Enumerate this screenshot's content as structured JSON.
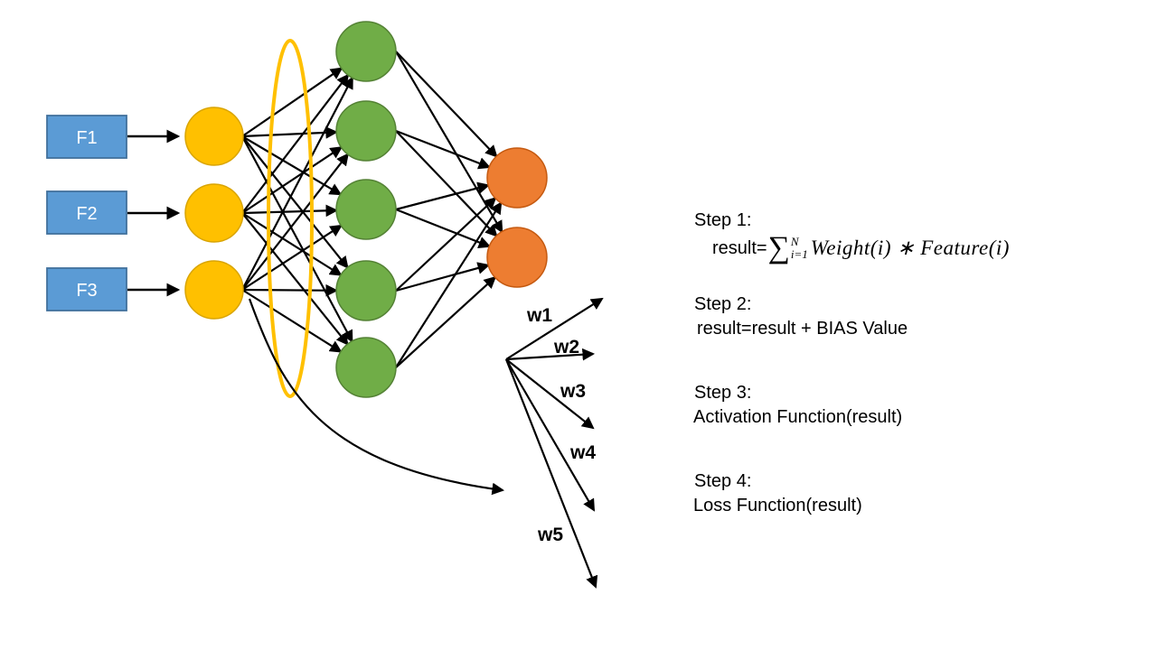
{
  "diagram": {
    "feature_boxes": [
      {
        "label": "F1"
      },
      {
        "label": "F2"
      },
      {
        "label": "F3"
      }
    ],
    "weight_labels": [
      {
        "label": "w1"
      },
      {
        "label": "w2"
      },
      {
        "label": "w3"
      },
      {
        "label": "w4"
      },
      {
        "label": "w5"
      }
    ],
    "layers": {
      "input_nodes": 3,
      "hidden_nodes": 5,
      "output_nodes": 2
    },
    "colors": {
      "feature_box_fill": "#5b9bd5",
      "feature_box_border": "#41719c",
      "input_node_fill": "#ffc000",
      "hidden_node_fill": "#70ad47",
      "output_node_fill": "#ed7d31",
      "highlight_ellipse": "#ffc000",
      "connector": "#000000",
      "box_label_text": "#ffffff"
    }
  },
  "steps": {
    "step1": {
      "title": "Step 1:",
      "formula": {
        "prefix": "result=",
        "sigma": "∑",
        "upper": "N",
        "lower": "i=1",
        "body": "Weight(i) ∗ Feature(i)"
      }
    },
    "step2": {
      "title": "Step 2:",
      "body": "result=result + BIAS Value"
    },
    "step3": {
      "title": "Step 3:",
      "body": "Activation Function(result)"
    },
    "step4": {
      "title": "Step 4:",
      "body": "Loss Function(result)"
    }
  }
}
